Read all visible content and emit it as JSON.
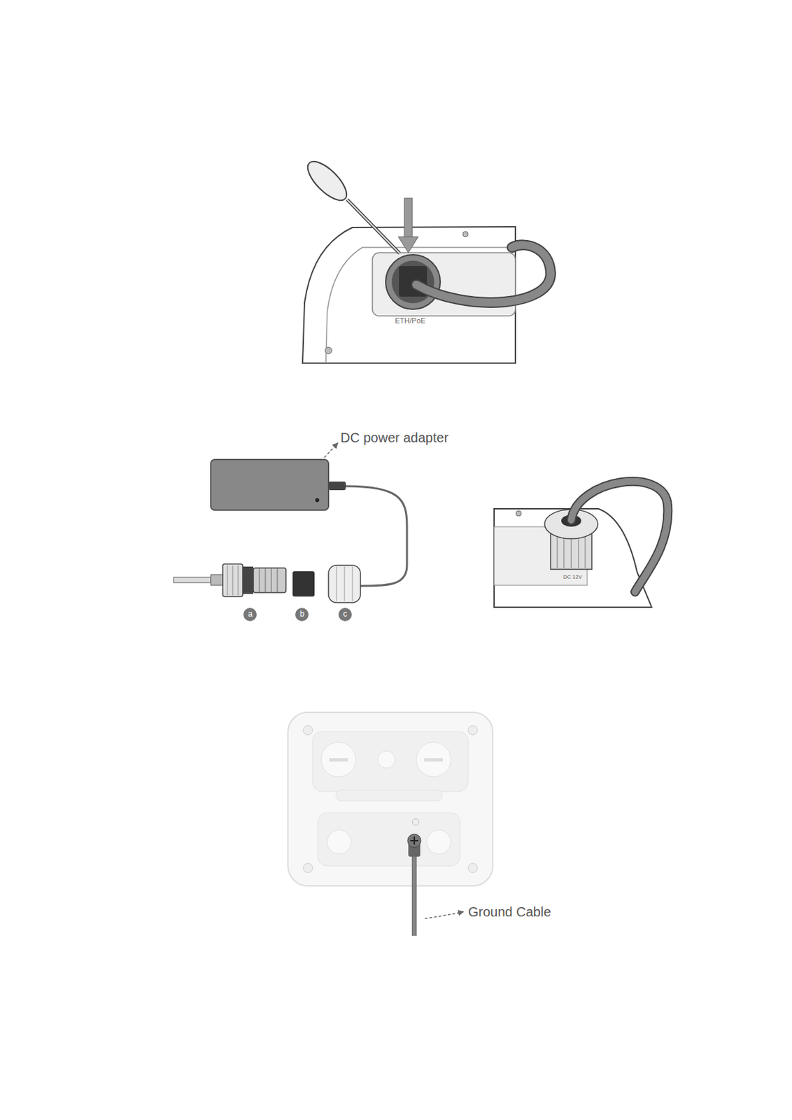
{
  "diagram": {
    "labels": [
      "ETH/PoE",
      "DC power adapter",
      "a",
      "b",
      "c",
      "DC 12V",
      "Ground Cable"
    ]
  }
}
